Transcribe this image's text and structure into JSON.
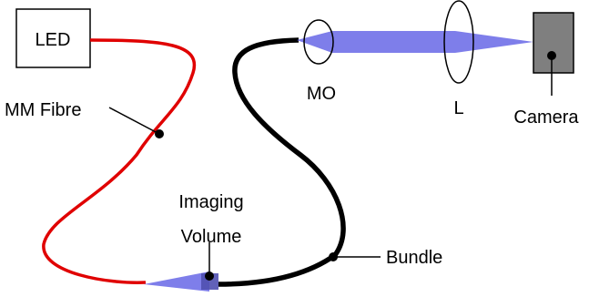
{
  "diagram": {
    "led": {
      "label": "LED"
    },
    "mm_fibre": {
      "label": "MM Fibre",
      "color": "#e00000"
    },
    "bundle": {
      "label": "Bundle",
      "color": "#000000"
    },
    "imaging_volume": {
      "label_line1": "Imaging",
      "label_line2": "Volume"
    },
    "microscope_objective": {
      "label": "MO"
    },
    "lens": {
      "label": "L"
    },
    "camera": {
      "label": "Camera",
      "body_color": "#7f7f7f"
    },
    "beam_color": "#7070e8"
  }
}
